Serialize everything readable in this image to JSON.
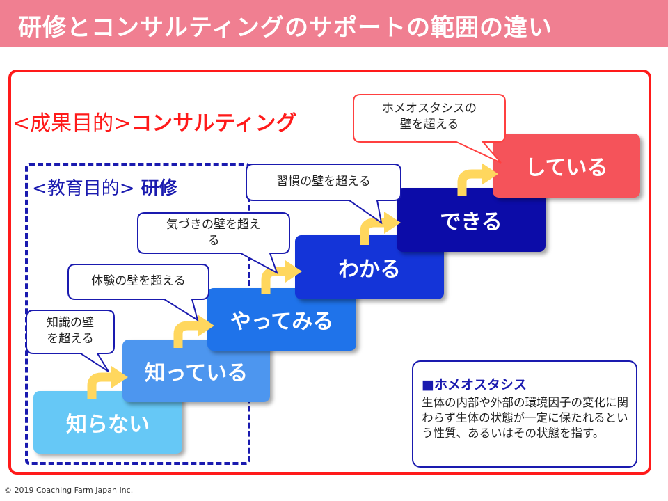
{
  "title": "研修とコンサルティングのサポートの範囲の違い",
  "consulting": {
    "prefix": "<成果目的>",
    "label": "コンサルティング"
  },
  "training": {
    "prefix": "<教育目的>",
    "label": "研修"
  },
  "steps": [
    {
      "label": "知らない",
      "color": "#66c8f6"
    },
    {
      "label": "知っている",
      "color": "#4d96ef"
    },
    {
      "label": "やってみる",
      "color": "#1f73ea"
    },
    {
      "label": "わかる",
      "color": "#1434d8"
    },
    {
      "label": "できる",
      "color": "#0c0ca8"
    },
    {
      "label": "している",
      "color": "#f5535a"
    }
  ],
  "bubbles": [
    {
      "line1": "知識の壁",
      "line2": "を超える"
    },
    {
      "line1": "体験の壁を超える",
      "line2": ""
    },
    {
      "line1": "気づきの壁を超え",
      "line2": "る"
    },
    {
      "line1": "習慣の壁を超える",
      "line2": ""
    },
    {
      "line1": "ホメオスタシスの",
      "line2": "壁を超える"
    }
  ],
  "info": {
    "title": "■ホメオスタシス",
    "body": "生体の内部や外部の環境因子の変化に関わらず生体の状態が一定に保たれるという性質、あるいはその状態を指す。"
  },
  "copyright": "© 2019 Coaching Farm Japan Inc.",
  "colors": {
    "title_bar": "#f07f91",
    "consulting_red": "#ff1a1a",
    "training_blue": "#1a1aaf",
    "arrow_yellow": "#ffd75e"
  }
}
